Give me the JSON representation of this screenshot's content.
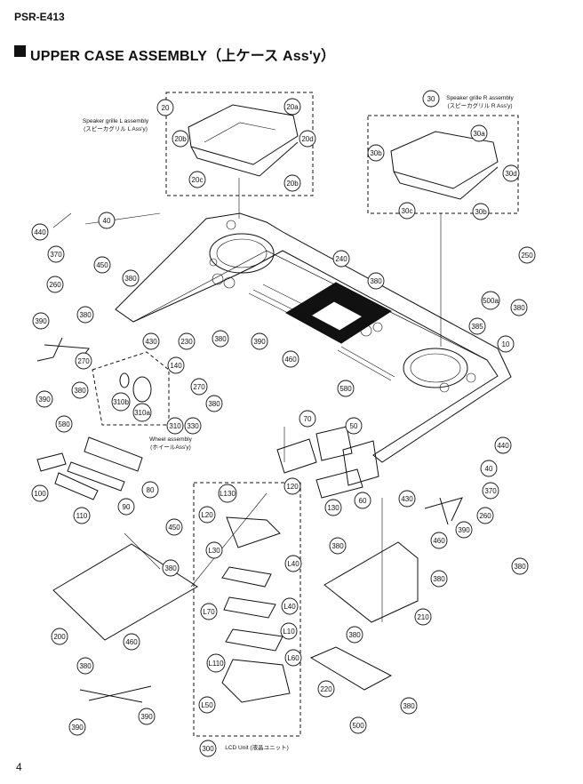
{
  "header": {
    "model": "PSR-E413",
    "title": "UPPER CASE ASSEMBLY（上ケース Ass'y）"
  },
  "footer": {
    "page_number": "4"
  },
  "callouts": {
    "c20": "20",
    "c20a": "20a",
    "c20b_1": "20b",
    "c20d": "20d",
    "c20c": "20c",
    "c20b_2": "20b",
    "c30": "30",
    "c30a": "30a",
    "c30b_1": "30b",
    "c30d": "30d",
    "c30c": "30c",
    "c30b_2": "30b",
    "c440_l": "440",
    "c370_l": "370",
    "c40_l": "40",
    "c450_l": "450",
    "c260_l": "260",
    "c380_1": "380",
    "c380_2": "380",
    "c390_1": "390",
    "c430_l": "430",
    "c230": "230",
    "c380_3": "380",
    "c390_2": "390",
    "c270_1": "270",
    "c310b": "310b",
    "c310a": "310a",
    "c380_4": "380",
    "c390_3": "390",
    "c140": "140",
    "c270_2": "270",
    "c380_5": "380",
    "c460_1": "460",
    "c310": "310",
    "c330": "330",
    "c240": "240",
    "c380_6": "380",
    "c250": "250",
    "c500a": "500a",
    "c380_7": "380",
    "c385": "385",
    "c10": "10",
    "c580_1": "580",
    "c580_2": "580",
    "c70": "70",
    "c50": "50",
    "c120": "120",
    "c130": "130",
    "c60": "60",
    "c440_r": "440",
    "c40_r": "40",
    "c370_r": "370",
    "c260_r": "260",
    "c430_r": "430",
    "c390_4": "390",
    "c380_8": "380",
    "c100": "100",
    "c110": "110",
    "c90": "90",
    "c80": "80",
    "c450_2": "450",
    "c380_9": "380",
    "c200": "200",
    "c460_2": "460",
    "c380_10": "380",
    "c390_5": "390",
    "c390_6": "390",
    "cL130": "L130",
    "cL20": "L20",
    "cL30": "L30",
    "cL40_1": "L40",
    "cL70": "L70",
    "cL40_2": "L40",
    "cL10": "L10",
    "cL60": "L60",
    "cL110": "L110",
    "cL50": "L50",
    "c300": "300",
    "c380_11": "380",
    "c460_3": "460",
    "c380_12": "380",
    "c210": "210",
    "c380_13": "380",
    "c220": "220",
    "c380_14": "380",
    "c500": "500"
  },
  "labels": {
    "grille_l_en": "Speaker grille L assembly",
    "grille_l_jp": "(スピーカグリル L Ass'y)",
    "grille_r_en": "Speaker grille R assembly",
    "grille_r_jp": "(スピーカグリル R Ass'y)",
    "wheel_en": "Wheel assembly",
    "wheel_jp": "(ホイールAss'y)",
    "lcd_unit": "LCD Unit (液晶ユニット)"
  }
}
